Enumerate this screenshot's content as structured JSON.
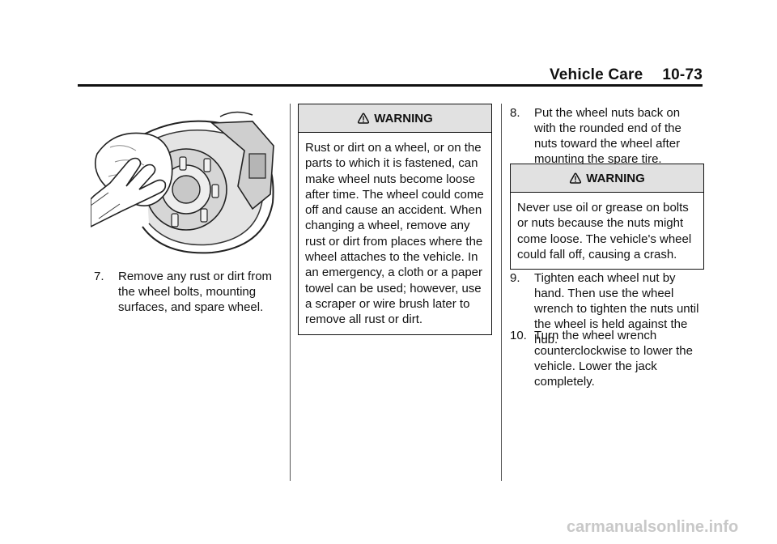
{
  "header": {
    "section": "Vehicle Care",
    "page_number": "10-73"
  },
  "left_column": {
    "illustration_icon": "wheel-hub-cleaning-illustration",
    "step": {
      "number": "7.",
      "text": "Remove any rust or dirt from the wheel bolts, mounting surfaces, and spare wheel."
    }
  },
  "middle_column": {
    "warning": {
      "icon": "warning-icon",
      "title": "WARNING",
      "text": "Rust or dirt on a wheel, or on the parts to which it is fastened, can make wheel nuts become loose after time. The wheel could come off and cause an accident. When changing a wheel, remove any rust or dirt from places where the wheel attaches to the vehicle. In an emergency, a cloth or a paper towel can be used; however, use a scraper or wire brush later to remove all rust or dirt."
    }
  },
  "right_column": {
    "step8": {
      "number": "8.",
      "text": "Put the wheel nuts back on with the rounded end of the nuts toward the wheel after mounting the spare tire."
    },
    "warning": {
      "icon": "warning-icon",
      "title": "WARNING",
      "text": "Never use oil or grease on bolts or nuts because the nuts might come loose. The vehicle's wheel could fall off, causing a crash."
    },
    "step9": {
      "number": "9.",
      "text": "Tighten each wheel nut by hand. Then use the wheel wrench to tighten the nuts until the wheel is held against the hub."
    },
    "step10": {
      "number": "10.",
      "text": "Turn the wheel wrench counterclockwise to lower the vehicle. Lower the jack completely."
    }
  },
  "watermark": "carmanualsonline.info"
}
